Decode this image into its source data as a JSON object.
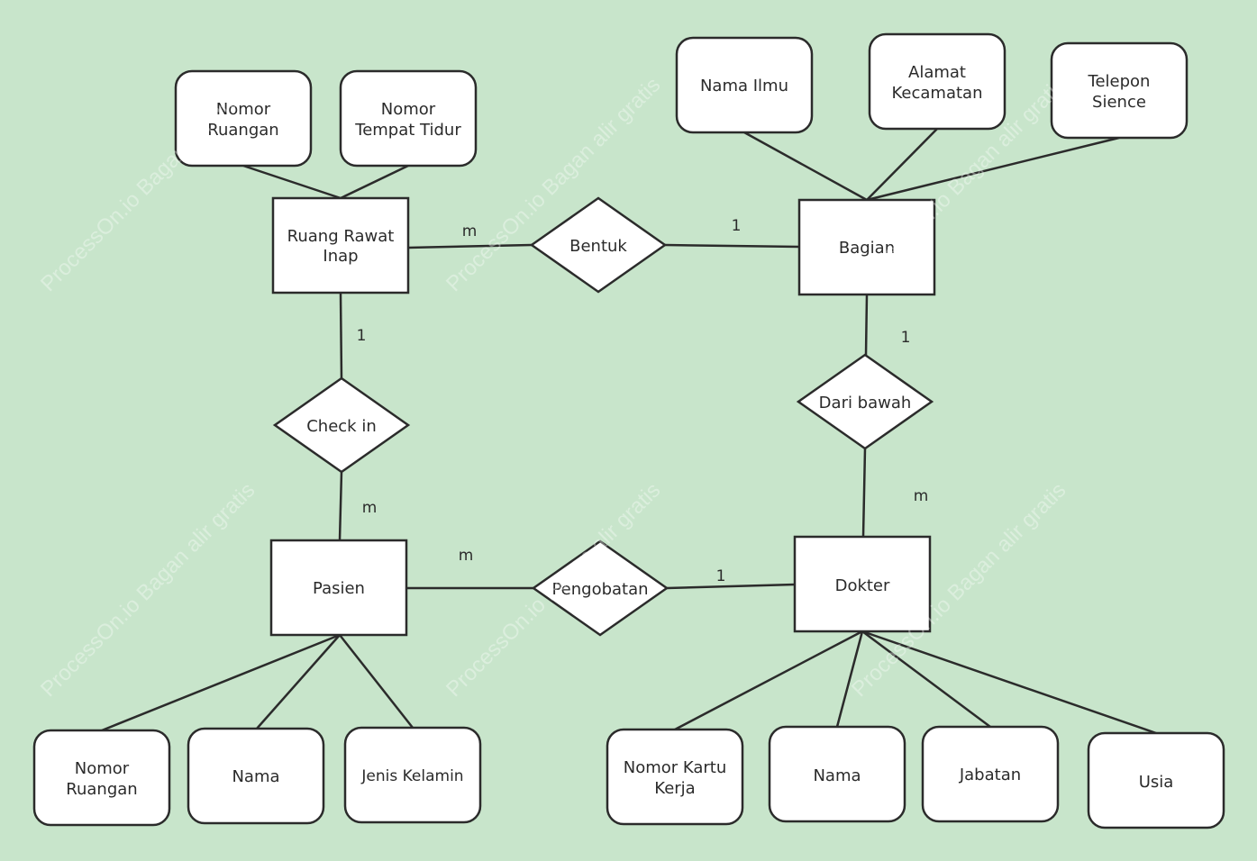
{
  "theme": {
    "background": "#c8e5cb",
    "stroke": "#2b2b2b",
    "fill": "#ffffff",
    "text": "#2b2b2b"
  },
  "watermark": {
    "text": "ProcessOn.io Bagan alir gratis"
  },
  "entities": {
    "ruang_rawat_inap": {
      "lines": [
        "Ruang Rawat",
        "Inap"
      ]
    },
    "bagian": {
      "lines": [
        "Bagian"
      ]
    },
    "pasien": {
      "lines": [
        "Pasien"
      ]
    },
    "dokter": {
      "lines": [
        "Dokter"
      ]
    }
  },
  "relationships": {
    "bentuk": {
      "label": "Bentuk"
    },
    "check_in": {
      "label": "Check in"
    },
    "dari_bawah": {
      "label": "Dari bawah"
    },
    "pengobatan": {
      "label": "Pengobatan"
    }
  },
  "attributes": {
    "nomor_ruangan_rri": {
      "lines": [
        "Nomor",
        "Ruangan"
      ]
    },
    "nomor_tempat_tidur": {
      "lines": [
        "Nomor",
        "Tempat Tidur"
      ]
    },
    "nama_ilmu": {
      "lines": [
        "Nama Ilmu"
      ]
    },
    "alamat_kecamatan": {
      "lines": [
        "Alamat",
        "Kecamatan"
      ]
    },
    "telepon_sience": {
      "lines": [
        "Telepon",
        "Sience"
      ]
    },
    "nomor_ruangan_pasien": {
      "lines": [
        "Nomor",
        "Ruangan"
      ]
    },
    "nama_pasien": {
      "lines": [
        "Nama"
      ]
    },
    "jenis_kelamin": {
      "lines": [
        "Jenis Kelamin"
      ]
    },
    "nomor_kartu_kerja": {
      "lines": [
        "Nomor Kartu",
        "Kerja"
      ]
    },
    "nama_dokter": {
      "lines": [
        "Nama"
      ]
    },
    "jabatan": {
      "lines": [
        "Jabatan"
      ]
    },
    "usia": {
      "lines": [
        "Usia"
      ]
    }
  },
  "cardinalities": {
    "rri_bentuk": "m",
    "bentuk_bagian": "1",
    "rri_checkin": "1",
    "checkin_pasien": "m",
    "bagian_daribawah": "1",
    "daribawah_dokter": "m",
    "pasien_pengobatan": "m",
    "pengobatan_dokter": "1"
  }
}
